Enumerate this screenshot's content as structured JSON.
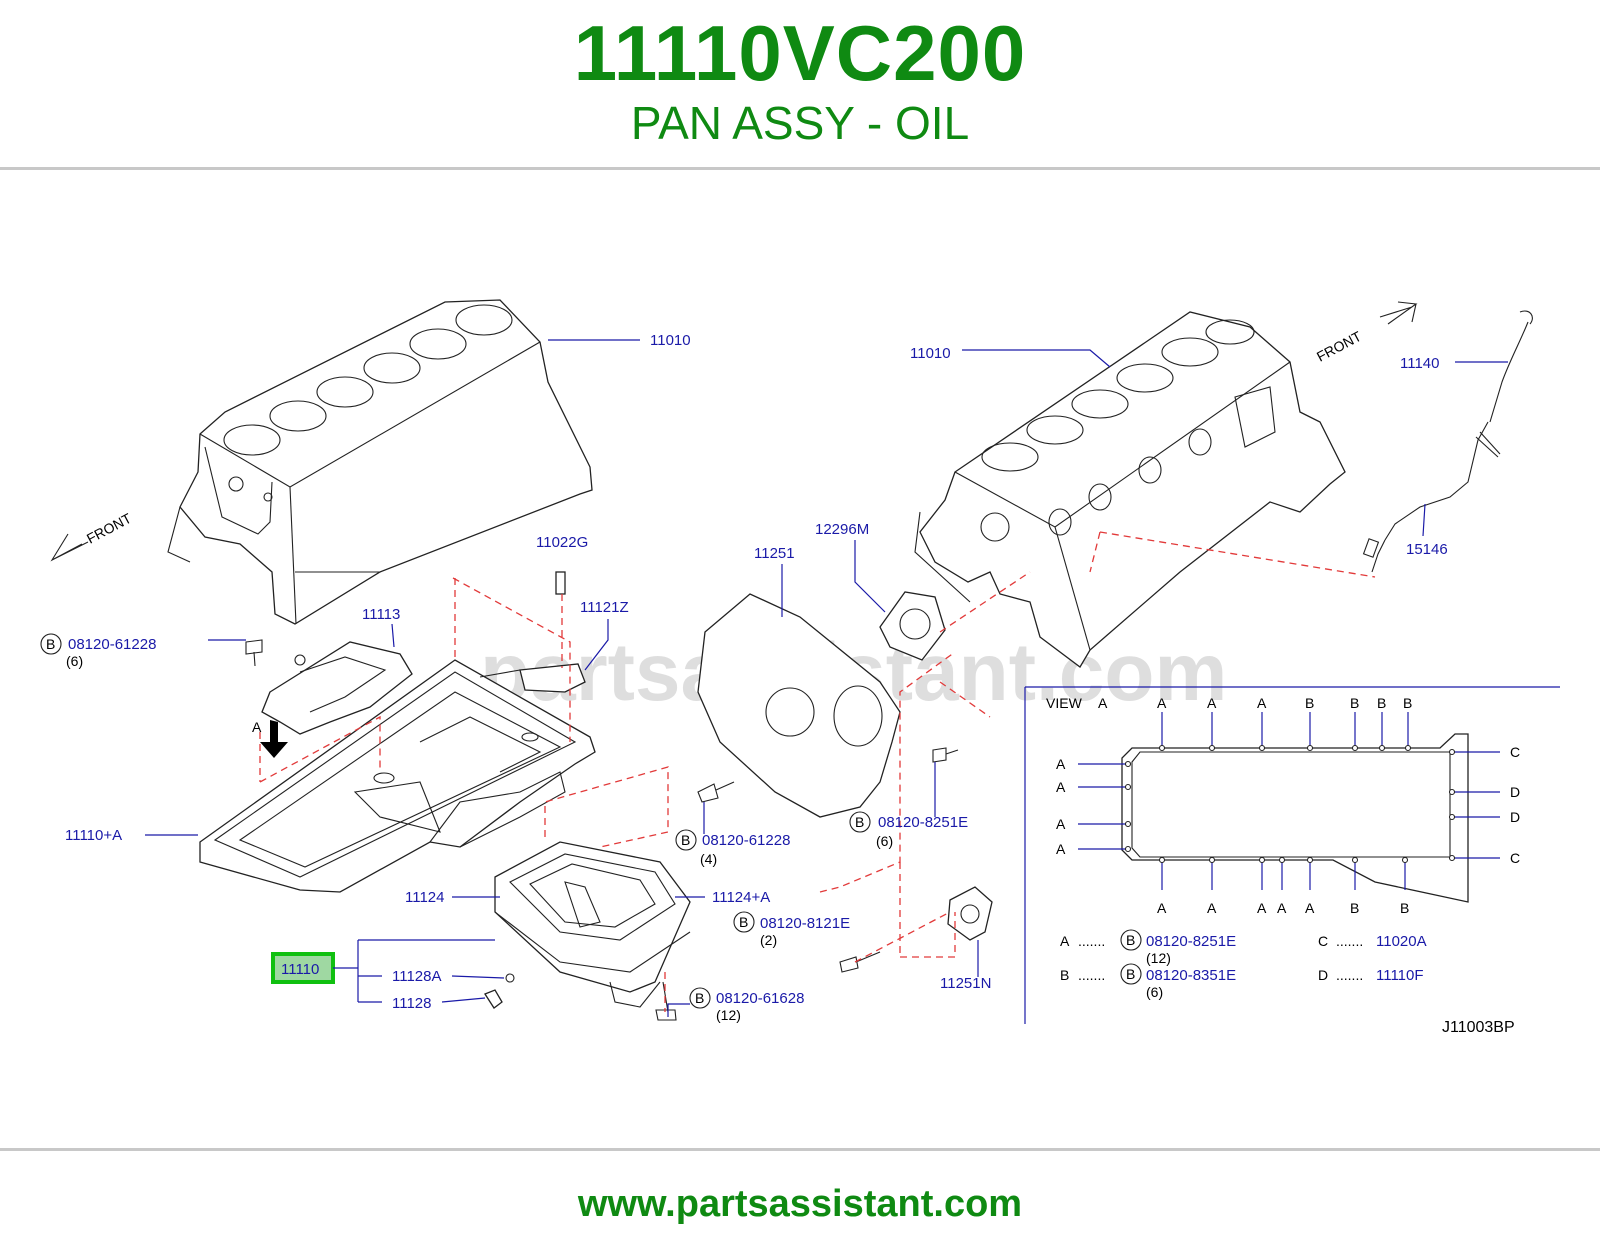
{
  "header": {
    "part_number": "11110VC200",
    "part_name": "PAN ASSY - OIL"
  },
  "footer": {
    "url": "www.partsassistant.com"
  },
  "watermark": "partsassistant.com",
  "labels": {
    "block_left": "11010",
    "block_right": "11010",
    "front_left": "FRONT",
    "front_right": "FRONT",
    "dipstick": "11140",
    "tube": "15146",
    "pin": "11022G",
    "strainer": "11121Z",
    "baffle": "11113",
    "plate": "11251",
    "seal": "12296M",
    "upper_pan": "11110+A",
    "gasket": "11124",
    "lower_pan_gasket": "11124+A",
    "assy": "11110",
    "washer": "11128A",
    "plug": "11128",
    "cover": "11251N",
    "view_a_arrow": "A",
    "diagram_code": "J11003BP"
  },
  "bolts": [
    {
      "circle": "B",
      "part": "08120-61228",
      "qty": "(6)"
    },
    {
      "circle": "B",
      "part": "08120-61228",
      "qty": "(4)"
    },
    {
      "circle": "B",
      "part": "08120-8251E",
      "qty": "(6)"
    },
    {
      "circle": "B",
      "part": "08120-8121E",
      "qty": "(2)"
    },
    {
      "circle": "B",
      "part": "08120-61628",
      "qty": "(12)"
    }
  ],
  "view": {
    "title": "VIEW",
    "title_letter": "A",
    "top_letters": [
      "A",
      "A",
      "A",
      "B",
      "B",
      "B",
      "B"
    ],
    "bottom_letters": [
      "A",
      "A",
      "A",
      "A",
      "A",
      "B",
      "B"
    ],
    "left_letters": [
      "A",
      "A",
      "A",
      "A"
    ],
    "right_letters": [
      "C",
      "D",
      "D",
      "C"
    ],
    "legend": [
      {
        "key": "A",
        "dots": ".......",
        "circle": "B",
        "part": "08120-8251E",
        "qty": "(12)"
      },
      {
        "key": "B",
        "dots": ".......",
        "circle": "B",
        "part": "08120-8351E",
        "qty": "(6)"
      },
      {
        "key": "C",
        "dots": ".......",
        "part": "11020A"
      },
      {
        "key": "D",
        "dots": ".......",
        "part": "11110F"
      }
    ]
  }
}
